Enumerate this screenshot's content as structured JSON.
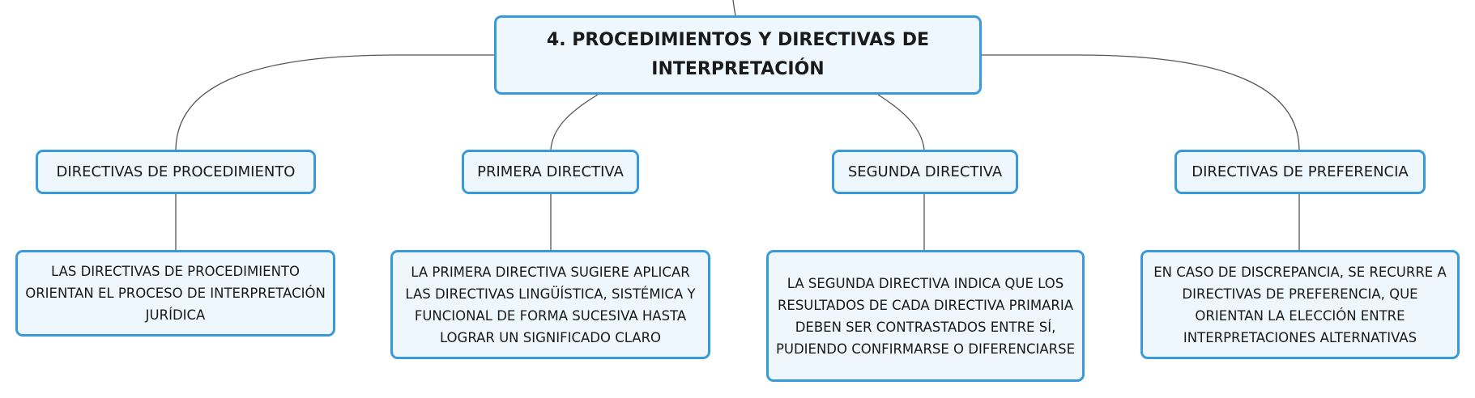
{
  "diagram": {
    "root": {
      "title": "4. PROCEDIMIENTOS Y DIRECTIVAS DE INTERPRETACIÓN"
    },
    "branches": [
      {
        "title": "DIRECTIVAS DE PROCEDIMIENTO",
        "detail": "LAS DIRECTIVAS DE PROCEDIMIENTO ORIENTAN EL PROCESO DE INTERPRETACIÓN JURÍDICA"
      },
      {
        "title": "PRIMERA DIRECTIVA",
        "detail": "LA PRIMERA DIRECTIVA SUGIERE APLICAR LAS DIRECTIVAS LINGÜÍSTICA, SISTÉMICA Y FUNCIONAL DE FORMA SUCESIVA HASTA LOGRAR UN SIGNIFICADO CLARO"
      },
      {
        "title": "SEGUNDA DIRECTIVA",
        "detail": "LA SEGUNDA DIRECTIVA INDICA QUE LOS RESULTADOS DE CADA DIRECTIVA PRIMARIA DEBEN SER CONTRASTADOS ENTRE SÍ, PUDIENDO CONFIRMARSE O DIFERENCIARSE"
      },
      {
        "title": "DIRECTIVAS DE PREFERENCIA",
        "detail": "EN CASO DE DISCREPANCIA, SE RECURRE A DIRECTIVAS DE PREFERENCIA, QUE ORIENTAN LA ELECCIÓN ENTRE INTERPRETACIONES ALTERNATIVAS"
      }
    ],
    "colors": {
      "node_border": "#3a9ad9",
      "node_fill": "#eef7fd",
      "connector": "#555555",
      "text": "#1a1a1a"
    }
  }
}
